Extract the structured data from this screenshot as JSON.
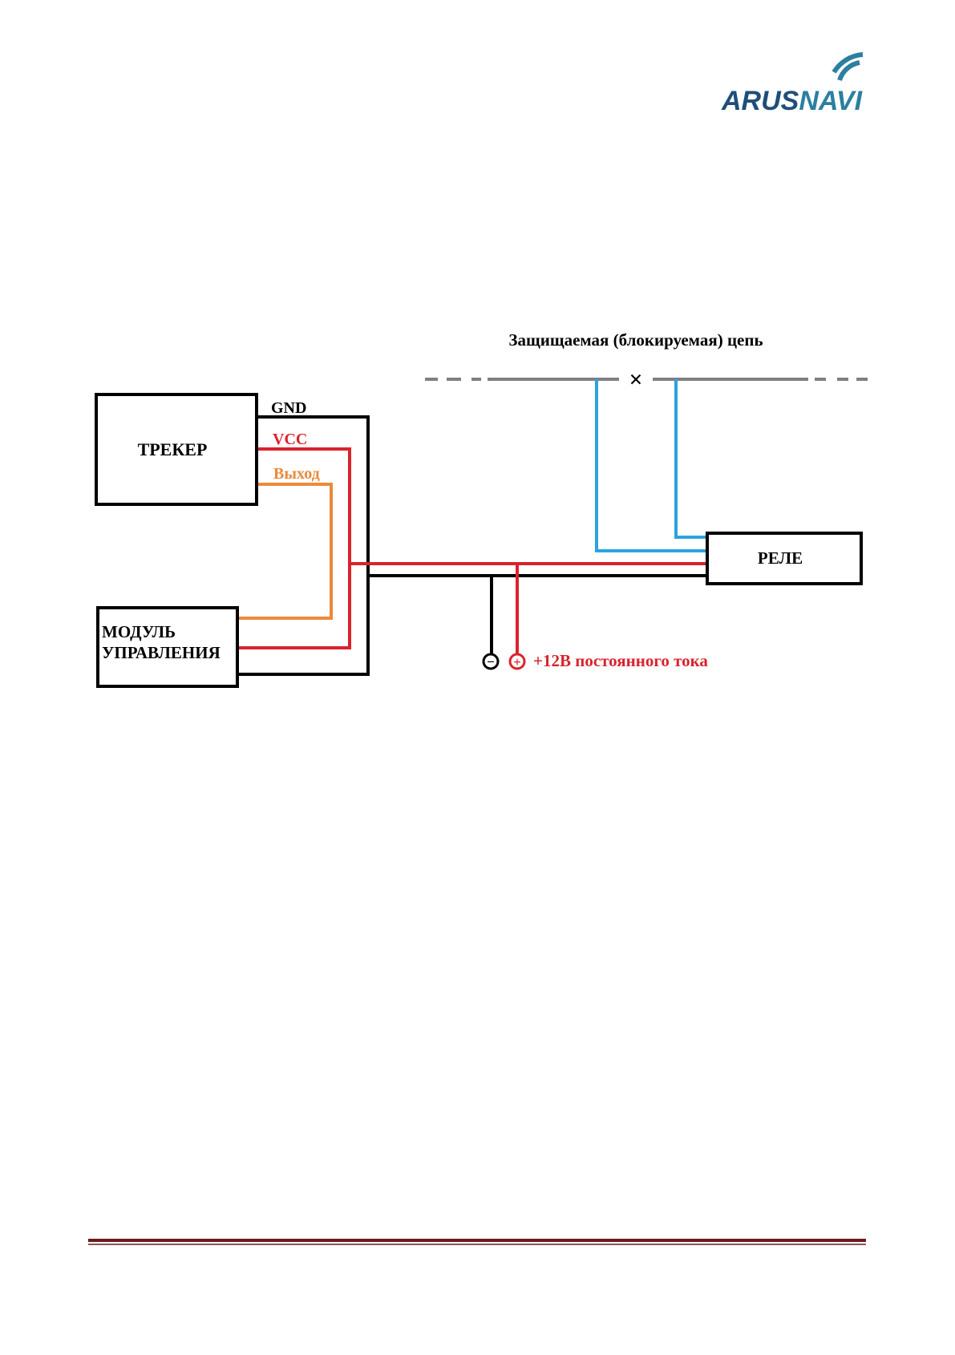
{
  "logo": {
    "part1": "ARUS",
    "part2": "NAVI",
    "color_part1": "#1f4e79",
    "color_part2": "#2c7fa0"
  },
  "diagram": {
    "circuit_title": "Защищаемая (блокируемая) цепь",
    "break_mark": "×",
    "tracker_label": "ТРЕКЕР",
    "module_line1": "МОДУЛЬ",
    "module_line2": "УПРАВЛЕНИЯ",
    "relay_label": "РЕЛЕ",
    "gnd_label": "GND",
    "vcc_label": "VCC",
    "output_label": "Выход",
    "minus_symbol": "−",
    "plus_symbol": "+",
    "power_label": "+12В постоянного тока"
  },
  "colors": {
    "gnd": "#000000",
    "vcc": "#d9232d",
    "output": "#ec8a3a",
    "relay_wires": "#2ba3dd",
    "circuit_line": "#808080",
    "footer_line": "#6b1a1a"
  }
}
